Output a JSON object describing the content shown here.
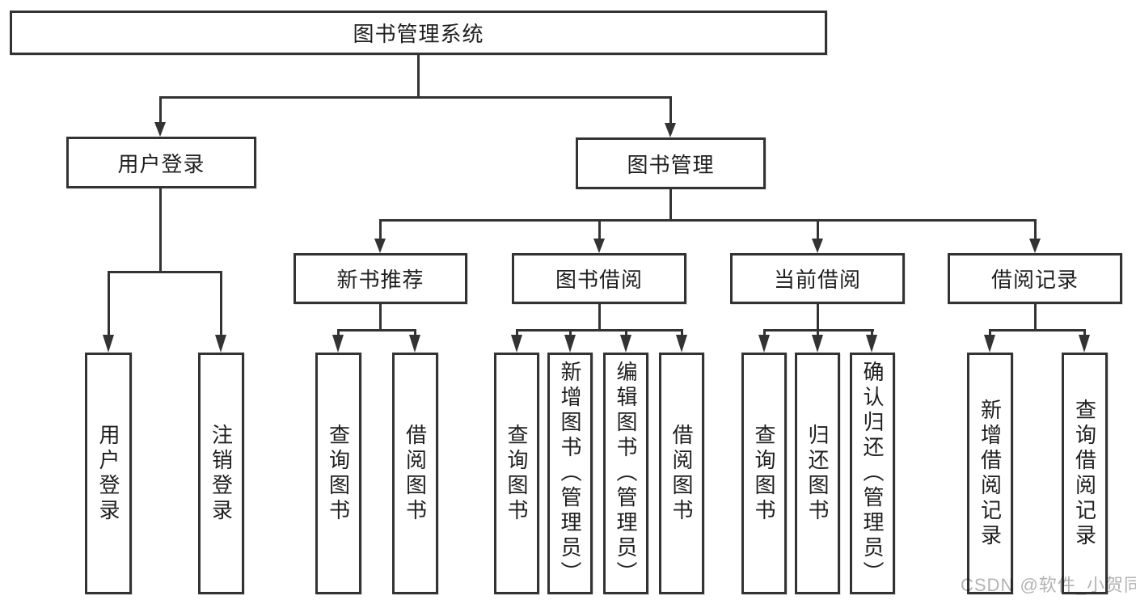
{
  "colors": {
    "line": "#333333",
    "box_border": "#333333",
    "text": "#1f1f1f",
    "box_bg": "#ffffff",
    "watermark": "#b3b3b3"
  },
  "diagram": {
    "type": "tree",
    "root": {
      "label": "图书管理系统"
    },
    "level2": [
      {
        "label": "用户登录"
      },
      {
        "label": "图书管理"
      }
    ],
    "level3": [
      {
        "label": "新书推荐",
        "parent": "图书管理"
      },
      {
        "label": "图书借阅",
        "parent": "图书管理"
      },
      {
        "label": "当前借阅",
        "parent": "图书管理"
      },
      {
        "label": "借阅记录",
        "parent": "图书管理"
      }
    ],
    "leaves": [
      {
        "label": "用户登录",
        "parent": "用户登录"
      },
      {
        "label": "注销登录",
        "parent": "用户登录"
      },
      {
        "label": "查询图书",
        "parent": "新书推荐"
      },
      {
        "label": "借阅图书",
        "parent": "新书推荐"
      },
      {
        "label": "查询图书",
        "parent": "图书借阅"
      },
      {
        "label": "新增图书（管理员）",
        "parent": "图书借阅"
      },
      {
        "label": "编辑图书（管理员）",
        "parent": "图书借阅"
      },
      {
        "label": "借阅图书",
        "parent": "图书借阅"
      },
      {
        "label": "查询图书",
        "parent": "当前借阅"
      },
      {
        "label": "归还图书",
        "parent": "当前借阅"
      },
      {
        "label": "确认归还（管理员）",
        "parent": "当前借阅"
      },
      {
        "label": "新增借阅记录",
        "parent": "借阅记录"
      },
      {
        "label": "查询借阅记录",
        "parent": "借阅记录"
      }
    ]
  },
  "watermark": {
    "text": "CSDN @软件_小贺同学"
  }
}
